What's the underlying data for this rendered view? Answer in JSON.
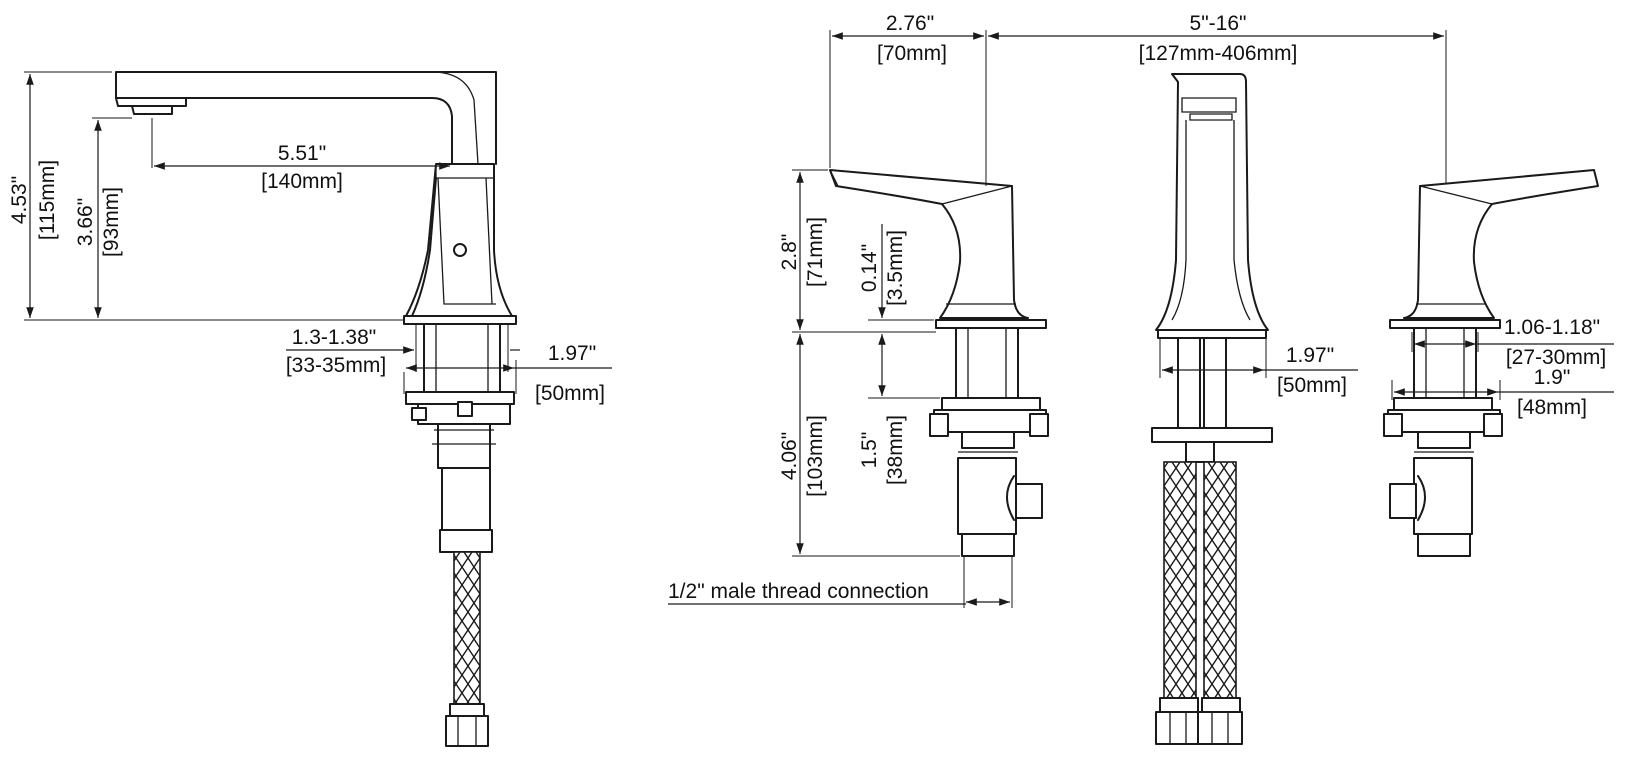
{
  "faucet_left_view": {
    "height_total": "4.53\"",
    "height_total_mm": "[115mm]",
    "spout_height": "3.66\"",
    "spout_height_mm": "[93mm]",
    "spout_reach": "5.51\"",
    "spout_reach_mm": "[140mm]",
    "hole_size": "1.3-1.38\"",
    "hole_size_mm": "[33-35mm]",
    "base_diameter": "1.97\"",
    "base_diameter_mm": "[50mm]"
  },
  "faucet_front_view": {
    "handle_offset": "2.76\"",
    "handle_offset_mm": "[70mm]",
    "spread": "5\"-16\"",
    "spread_mm": "[127mm-406mm]",
    "handle_height": "2.8\"",
    "handle_height_mm": "[71mm]",
    "base_thickness": "0.14\"",
    "base_thickness_mm": "[3.5mm]",
    "shank_length": "4.06\"",
    "shank_length_mm": "[103mm]",
    "max_deck": "1.5\"",
    "max_deck_mm": "[38mm]",
    "connection_note": "1/2\" male thread connection",
    "spout_base_diameter": "1.97\"",
    "spout_base_diameter_mm": "[50mm]",
    "valve_hole": "1.06-1.18\"",
    "valve_hole_mm": "[27-30mm]",
    "valve_base": "1.9\"",
    "valve_base_mm": "[48mm]"
  },
  "colors": {
    "line": "#1a1a1a",
    "background": "#ffffff"
  }
}
